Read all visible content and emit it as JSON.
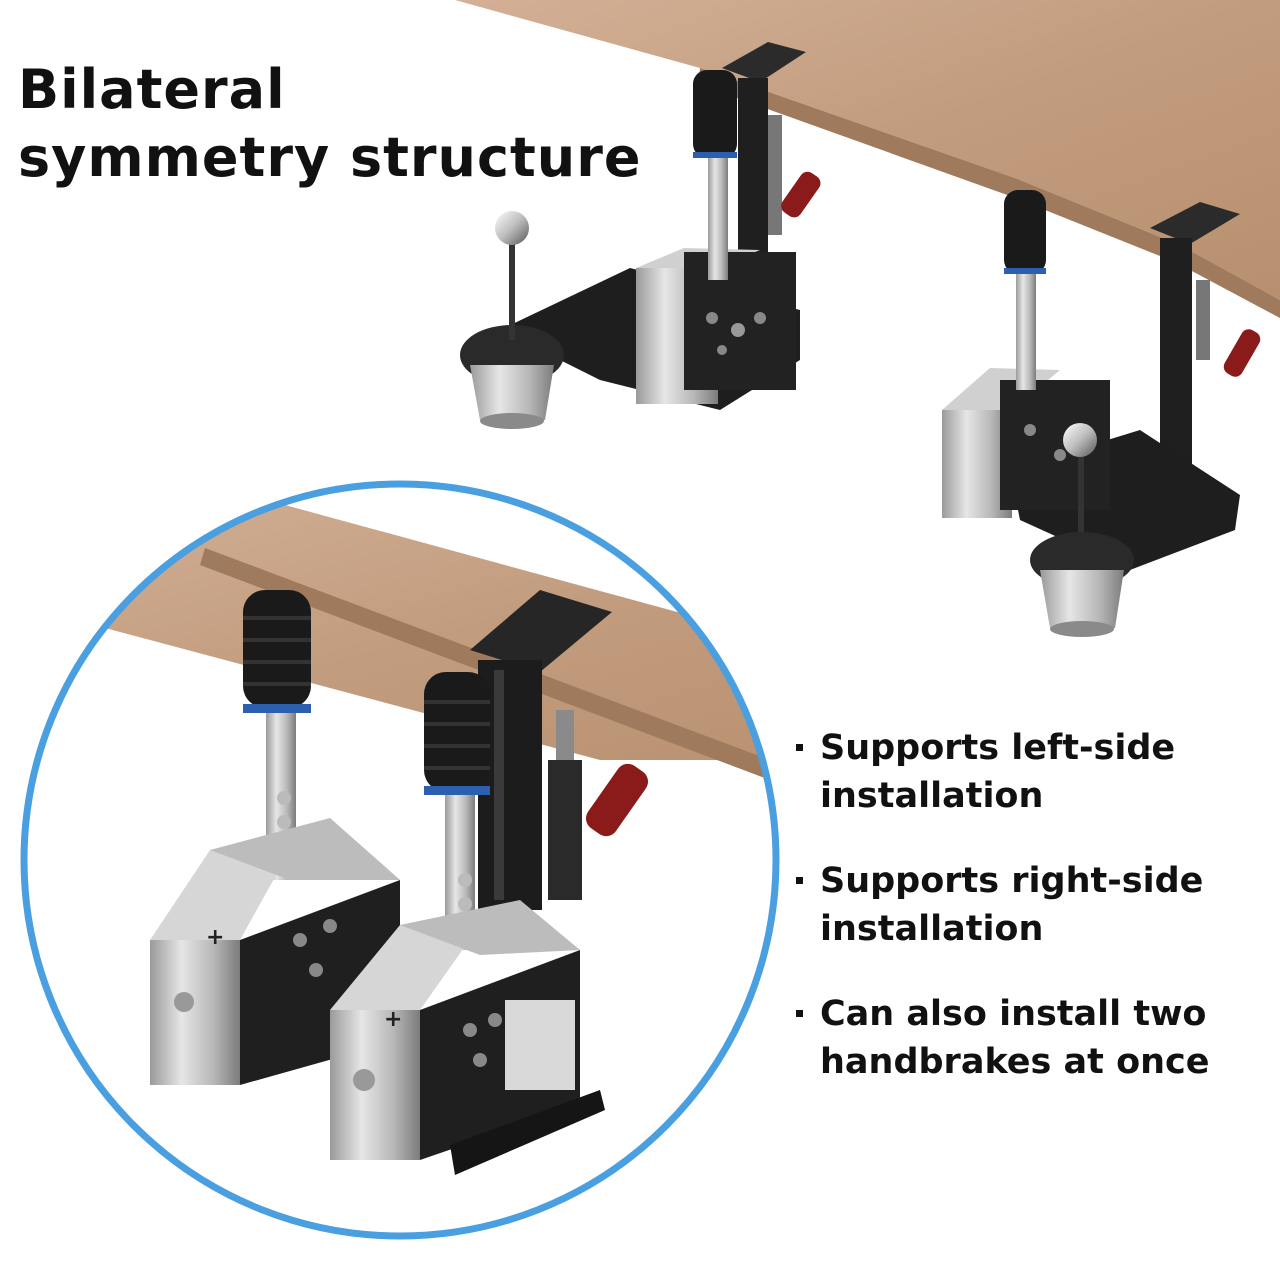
{
  "headline": {
    "line1": "Bilateral",
    "line2": "symmetry structure"
  },
  "features": [
    {
      "line1": "Supports left-side",
      "line2": "installation"
    },
    {
      "line1": "Supports right-side",
      "line2": "installation"
    },
    {
      "line1": "Can also install two",
      "line2": "handbrakes at once"
    }
  ],
  "colors": {
    "wood": "#c7a285",
    "circle_ring": "#4a9fe0",
    "lever_grip": "#8b1a1a",
    "blue_ring": "#2d5fb0",
    "text": "#111111"
  },
  "icons": [
    "handbrake-icon",
    "shifter-icon",
    "desk-clamp-icon"
  ]
}
